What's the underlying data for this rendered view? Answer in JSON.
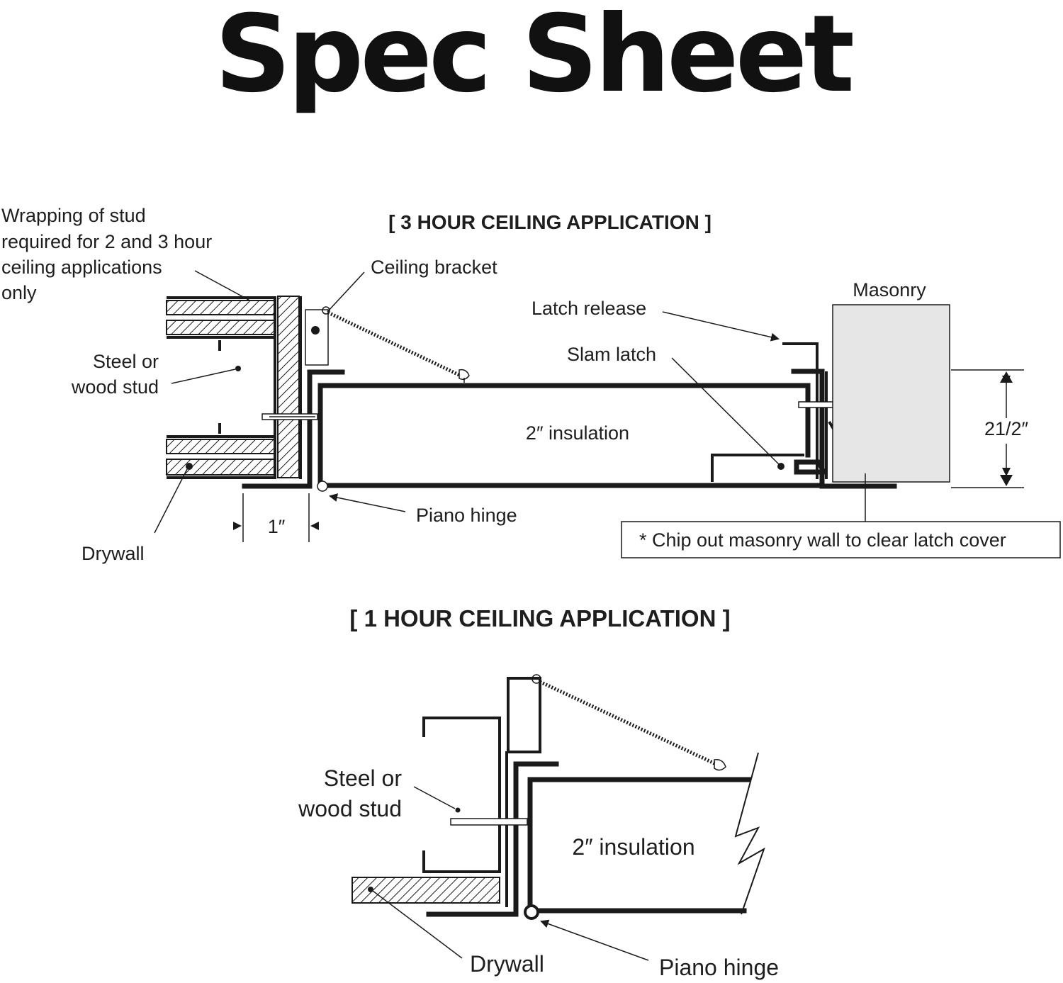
{
  "title": "Spec Sheet",
  "three_hour": {
    "heading": "[ 3 HOUR CEILING APPLICATION ]",
    "wrap_note": [
      "Wrapping of stud",
      "required for 2 and 3 hour",
      "ceiling applications",
      "only"
    ],
    "ceiling_bracket": "Ceiling bracket",
    "stud": [
      "Steel or",
      "wood stud"
    ],
    "insulation": "2″ insulation",
    "latch_release": "Latch release",
    "slam_latch": "Slam latch",
    "masonry": "Masonry",
    "height_dim": "21/2″",
    "piano_hinge": "Piano hinge",
    "width_dim": "1″",
    "drywall": "Drywall",
    "chip_note": "* Chip out masonry wall to clear latch cover"
  },
  "one_hour": {
    "heading": "[ 1 HOUR CEILING APPLICATION ]",
    "stud": [
      "Steel or",
      "wood stud"
    ],
    "insulation": "2″ insulation",
    "drywall": "Drywall",
    "piano_hinge": "Piano hinge"
  },
  "colors": {
    "ink": "#1a1a1a",
    "masonry_fill": "#e6e6e6",
    "background": "#ffffff"
  }
}
